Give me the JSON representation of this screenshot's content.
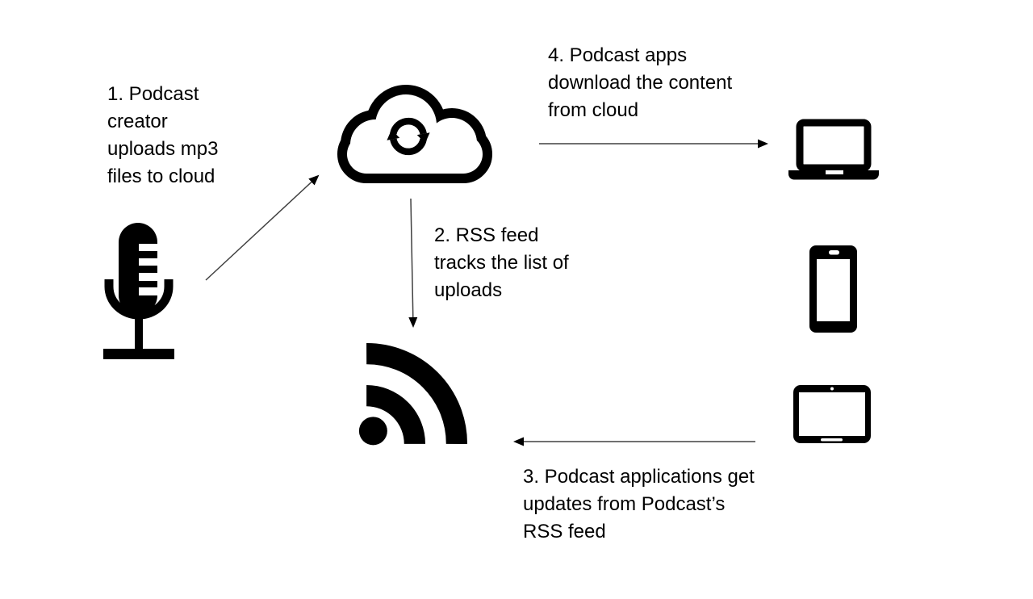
{
  "colors": {
    "background": "#ffffff",
    "foreground": "#000000",
    "arrow_line": "#404040"
  },
  "steps": [
    {
      "name": "step-1",
      "text": "1. Podcast\ncreator\nuploads mp3\nfiles to cloud"
    },
    {
      "name": "step-2",
      "text": "2. RSS feed\ntracks the list of\nuploads"
    },
    {
      "name": "step-3",
      "text": "3. Podcast applications get\nupdates from Podcast’s\nRSS feed"
    },
    {
      "name": "step-4",
      "text": "4. Podcast apps\ndownload the content\nfrom cloud"
    }
  ],
  "icons": [
    {
      "name": "microphone-icon"
    },
    {
      "name": "cloud-sync-icon"
    },
    {
      "name": "rss-feed-icon"
    },
    {
      "name": "laptop-icon"
    },
    {
      "name": "smartphone-icon"
    },
    {
      "name": "tablet-icon"
    }
  ],
  "arrows": [
    {
      "name": "arrow-mic-to-cloud",
      "from": "microphone-icon",
      "to": "cloud-sync-icon"
    },
    {
      "name": "arrow-cloud-to-rss",
      "from": "cloud-sync-icon",
      "to": "rss-feed-icon"
    },
    {
      "name": "arrow-tablet-to-rss",
      "from": "tablet-icon",
      "to": "rss-feed-icon"
    },
    {
      "name": "arrow-cloud-to-laptop",
      "from": "cloud-sync-icon",
      "to": "laptop-icon"
    }
  ]
}
